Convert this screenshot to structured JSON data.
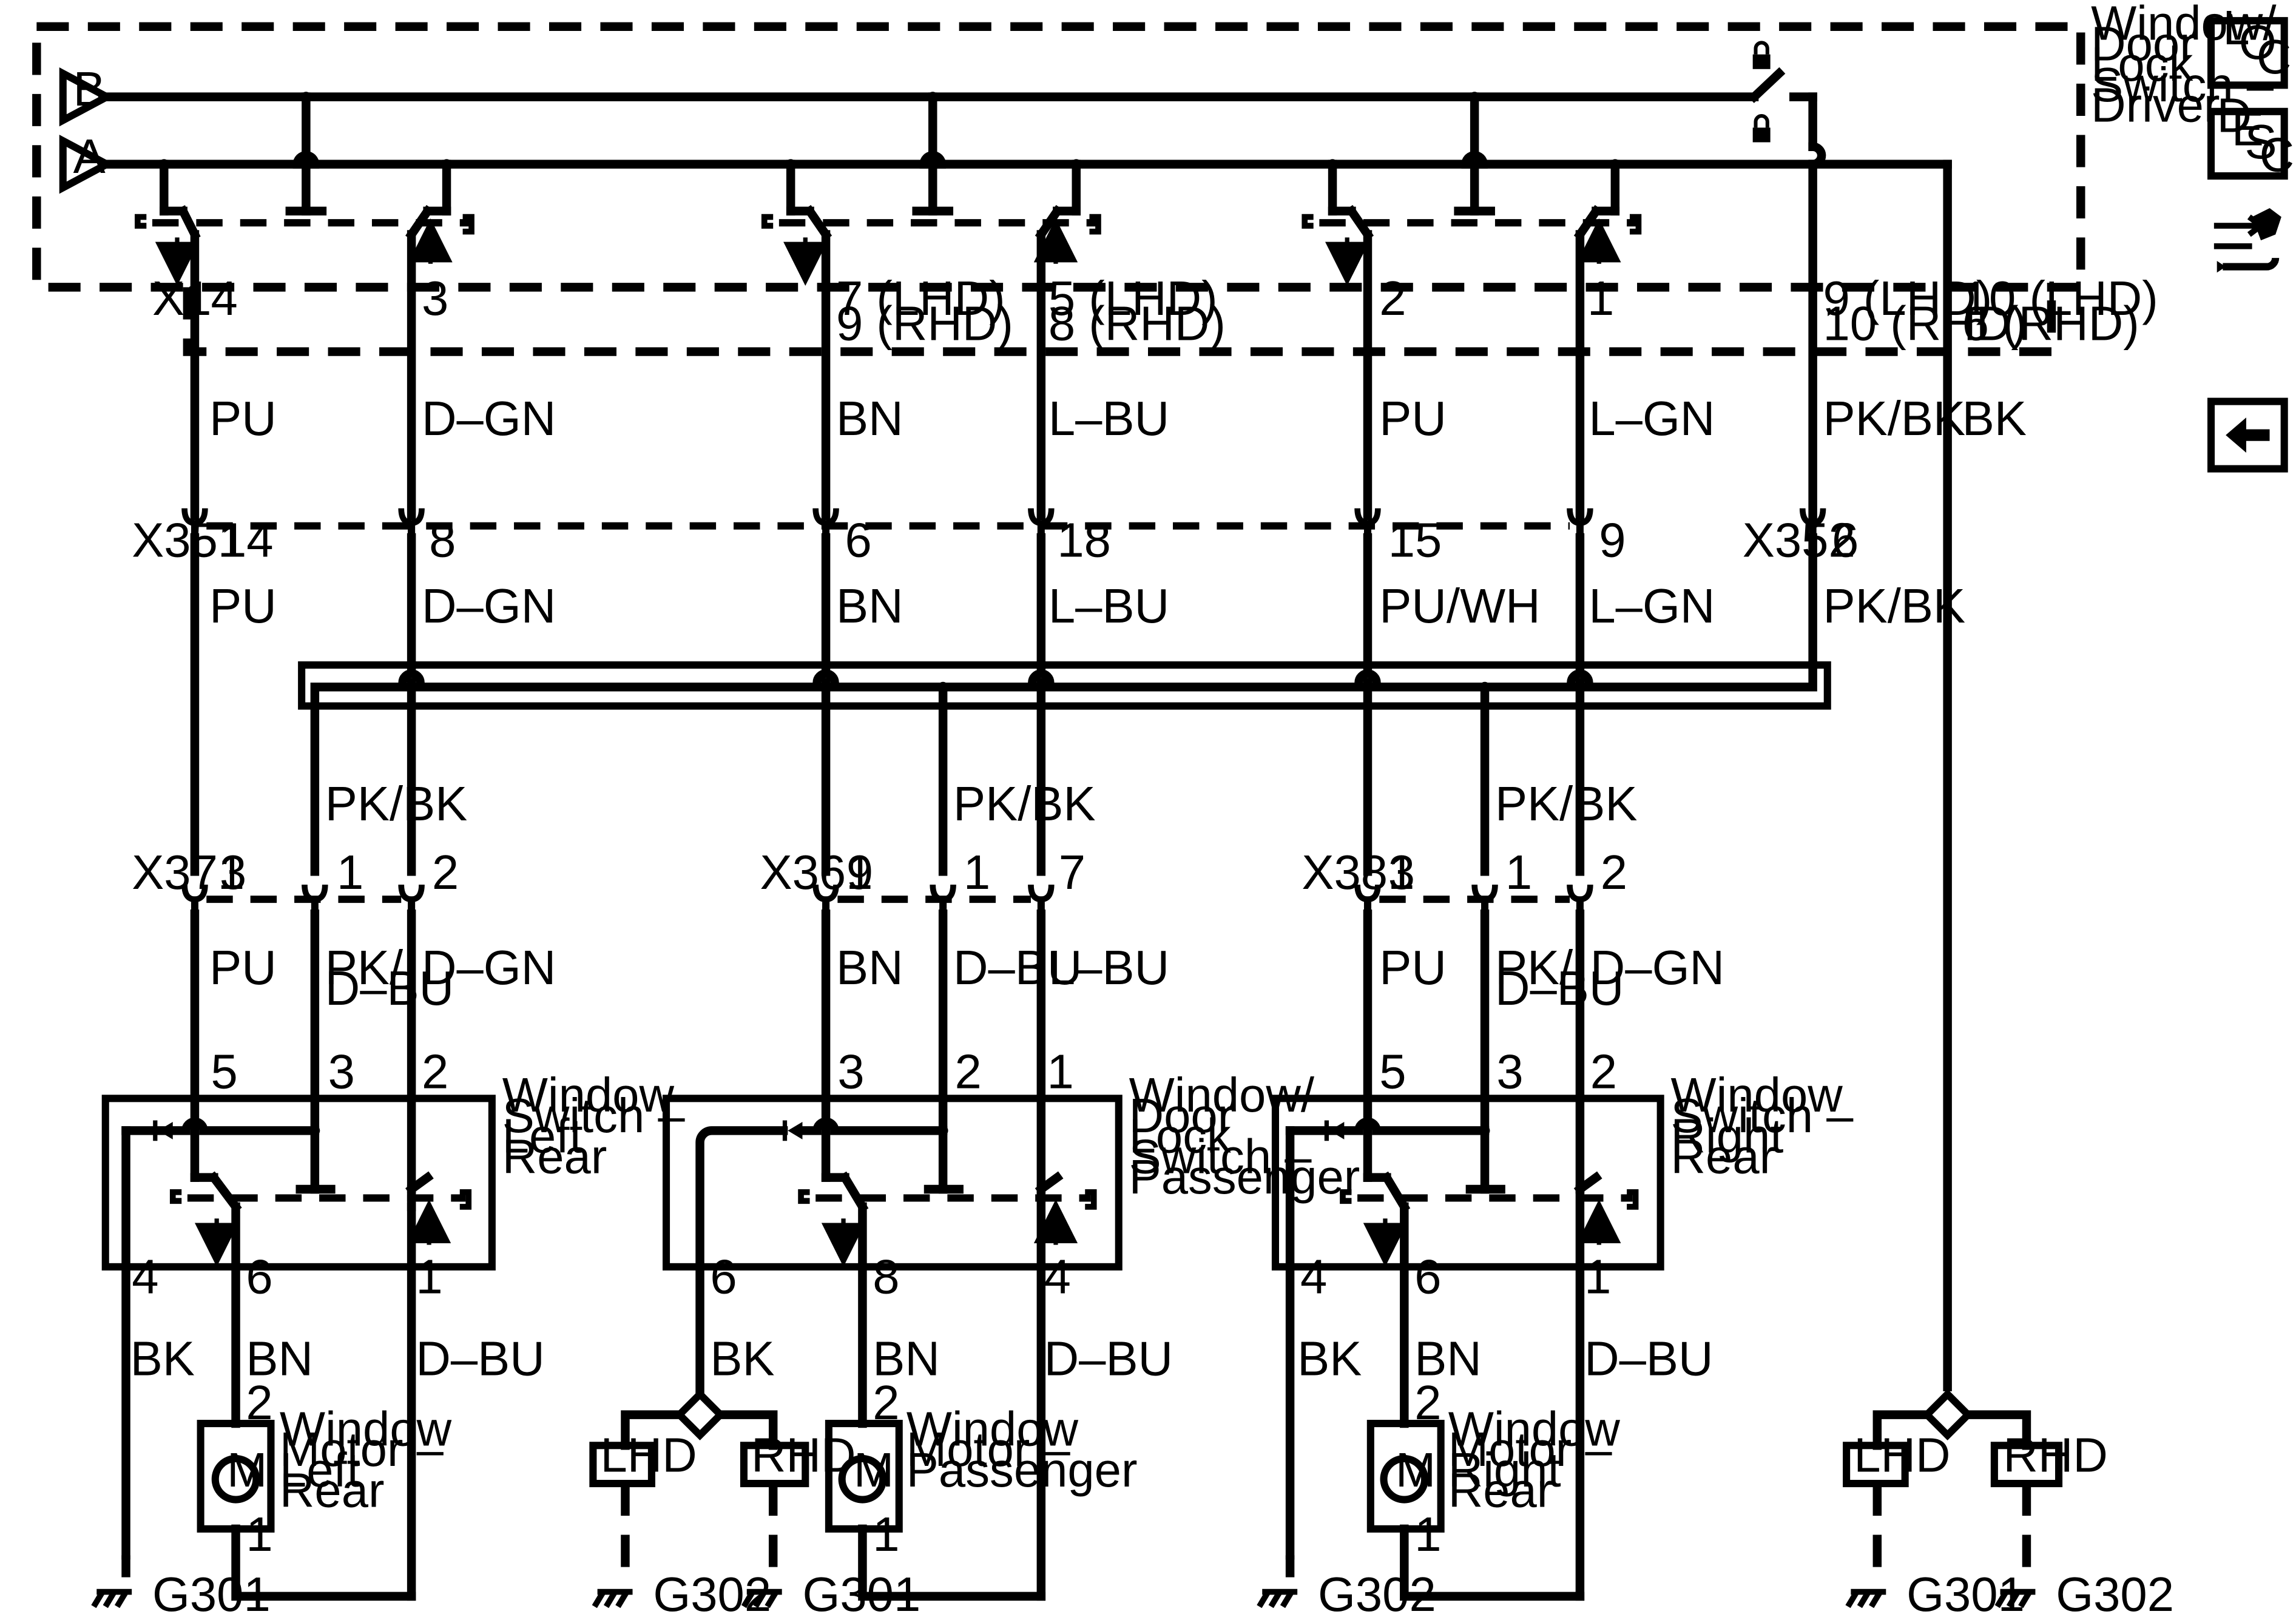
{
  "driver_switch": {
    "name_lines": [
      "Window/",
      "Door",
      "Lock",
      "Switch –",
      "Driver"
    ],
    "input_b": "B",
    "input_a": "A",
    "x1_connector": "X1",
    "pins": [
      "4",
      "3",
      "7 (LHD)",
      "9 (RHD)",
      "5 (LHD)",
      "8 (RHD)",
      "2",
      "1",
      "9 (LHD)",
      "10 (RHD)",
      "10 (LHD)",
      "6 (RHD)"
    ]
  },
  "wires_upper": [
    "PU",
    "D–GN",
    "BN",
    "L–BU",
    "PU",
    "L–GN",
    "PK/BK",
    "BK"
  ],
  "inline_connectors": {
    "x351": "X351",
    "x351_pins": [
      "14",
      "8",
      "6",
      "18",
      "15",
      "9"
    ],
    "x352": "X352",
    "x352_pin": "6"
  },
  "wires_middle": [
    "PU",
    "D–GN",
    "BN",
    "L–BU",
    "PU/WH",
    "L–GN",
    "PK/BK"
  ],
  "splice_wires": [
    "PK/BK",
    "PK/BK",
    "PK/BK"
  ],
  "door_connectors": {
    "x371": "X371",
    "x371_pins": [
      "3",
      "1",
      "2"
    ],
    "x361": "X361",
    "x361_pins": [
      "9",
      "1",
      "7"
    ],
    "x381": "X381",
    "x381_pins": [
      "3",
      "1",
      "2"
    ]
  },
  "wires_lower": [
    "PU",
    "PK/",
    "D–BU",
    "D–GN",
    "BN",
    "D–BU",
    "L–BU",
    "PU",
    "PK/",
    "D–BU",
    "D–GN"
  ],
  "switch_pins": [
    "5",
    "3",
    "2",
    "3",
    "2",
    "1",
    "5",
    "3",
    "2"
  ],
  "left_rear_switch": {
    "name_lines": [
      "Window",
      "Switch –",
      "Left",
      "Rear"
    ],
    "bottom_pins": [
      "4",
      "6",
      "1"
    ]
  },
  "passenger_switch": {
    "name_lines": [
      "Window/",
      "Door",
      "Lock",
      "Switch –",
      "Passenger"
    ],
    "bottom_pins": [
      "6",
      "8",
      "4"
    ]
  },
  "right_rear_switch": {
    "name_lines": [
      "Window",
      "Switch –",
      "Right",
      "Rear"
    ],
    "bottom_pins": [
      "4",
      "6",
      "1"
    ]
  },
  "wires_bottom": [
    "BK",
    "BN",
    "D–BU",
    "BK",
    "BN",
    "D–BU",
    "BK",
    "BN",
    "D–BU"
  ],
  "motors": [
    {
      "symbol": "M",
      "pin_top": "2",
      "pin_bottom": "1",
      "name_lines": [
        "Window",
        "Motor –",
        "Left",
        "Rear"
      ]
    },
    {
      "symbol": "M",
      "pin_top": "2",
      "pin_bottom": "1",
      "name_lines": [
        "Window",
        "Motor –",
        "Passenger"
      ]
    },
    {
      "symbol": "M",
      "pin_top": "2",
      "pin_bottom": "1",
      "name_lines": [
        "Window",
        "Motor –",
        "Right",
        "Rear"
      ]
    }
  ],
  "options": [
    "LHD",
    "RHD",
    "LHD",
    "RHD"
  ],
  "grounds": [
    "G301",
    "G302",
    "G301",
    "G302",
    "G301",
    "G302"
  ],
  "side_buttons": {
    "loc": [
      "L",
      "O",
      "C"
    ],
    "desc": [
      "D",
      "E",
      "S",
      "C"
    ]
  }
}
